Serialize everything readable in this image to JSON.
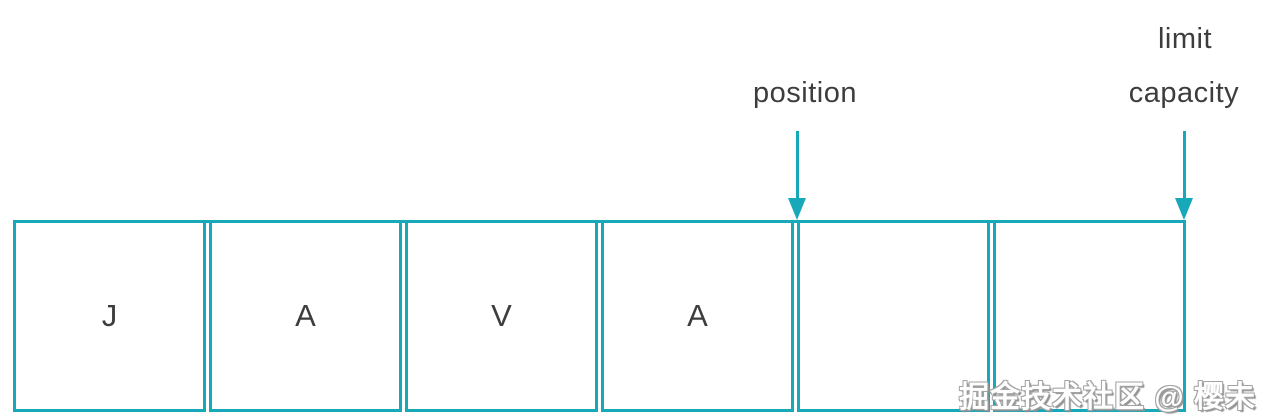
{
  "buffer_diagram": {
    "cells": [
      "J",
      "A",
      "V",
      "A",
      "",
      ""
    ],
    "pointers": {
      "position": {
        "label": "position",
        "points_to_cell_boundary": 4
      },
      "limit_capacity": {
        "label_line1": "limit",
        "label_line2": "capacity",
        "points_to_cell_boundary": 6
      }
    },
    "colors": {
      "accent": "#17a8ba",
      "text": "#3d3d3d",
      "watermark_fill": "#ffffff",
      "watermark_outline": "#9a9a9a"
    },
    "watermark": "掘金技术社区 @ 樱未"
  }
}
